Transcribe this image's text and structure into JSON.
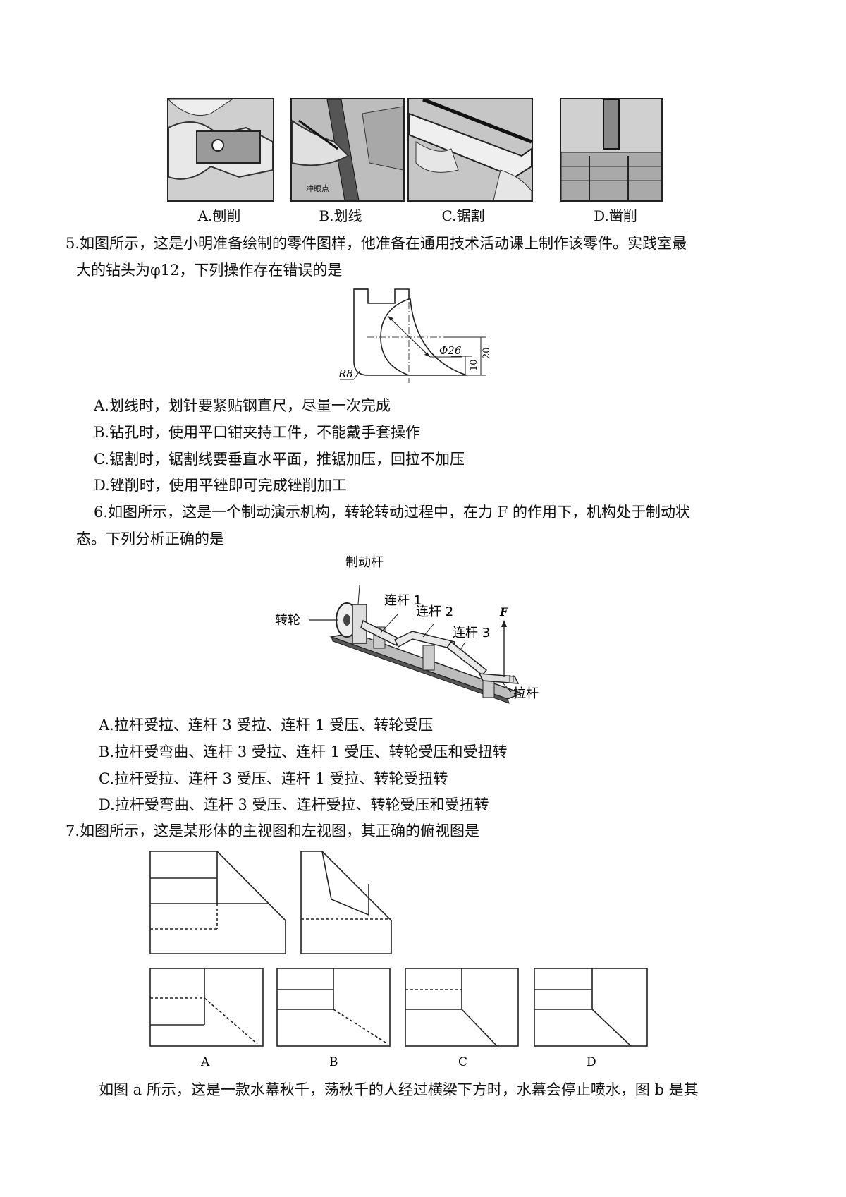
{
  "q4": {
    "photos": [
      {
        "label": "A.刨削",
        "inner_label": ""
      },
      {
        "label": "B.划线",
        "inner_label": "冲眼点"
      },
      {
        "label": "C.锯割",
        "inner_label": ""
      },
      {
        "label": "D.凿削",
        "inner_label": ""
      }
    ]
  },
  "q5": {
    "stem_line1": "5.如图所示，这是小明准备绘制的零件图样，他准备在通用技术活动课上制作该零件。实践室最",
    "stem_line2": "大的钻头为φ12，下列操作存在错误的是",
    "dims": {
      "radius": "R8",
      "diameter": "Φ26",
      "h10": "10",
      "h20": "20"
    },
    "options": [
      "A.划线时，划针要紧贴钢直尺，尽量一次完成",
      "B.钻孔时，使用平口钳夹持工件，不能戴手套操作",
      "C.锯割时，锯割线要垂直水平面，推锯加压，回拉不加压",
      "D.锉削时，使用平锉即可完成锉削加工"
    ]
  },
  "q6": {
    "stem_line1": "6.如图所示，这是一个制动演示机构，转轮转动过程中，在力 F 的作用下，机构处于制动状",
    "stem_line2": "态。下列分析正确的是",
    "labels": {
      "brake": "制动杆",
      "wheel": "转轮",
      "link1": "连杆 1",
      "link2": "连杆 2",
      "link3": "连杆 3",
      "force": "F",
      "pull": "拉杆"
    },
    "options": [
      "A.拉杆受拉、连杆 3 受拉、连杆 1 受压、转轮受压",
      "B.拉杆受弯曲、连杆 3 受拉、连杆 1 受压、转轮受压和受扭转",
      "C.拉杆受拉、连杆 3 受压、连杆 1 受拉、转轮受扭转",
      "D.拉杆受弯曲、连杆 3 受压、连杆受拉、转轮受压和受扭转"
    ]
  },
  "q7": {
    "stem": "7.如图所示，这是某形体的主视图和左视图，其正确的俯视图是",
    "choices": [
      "A",
      "B",
      "C",
      "D"
    ]
  },
  "q8": {
    "stem": "如图 a 所示，这是一款水幕秋千，荡秋千的人经过横梁下方时，水幕会停止喷水，图 b 是其"
  }
}
